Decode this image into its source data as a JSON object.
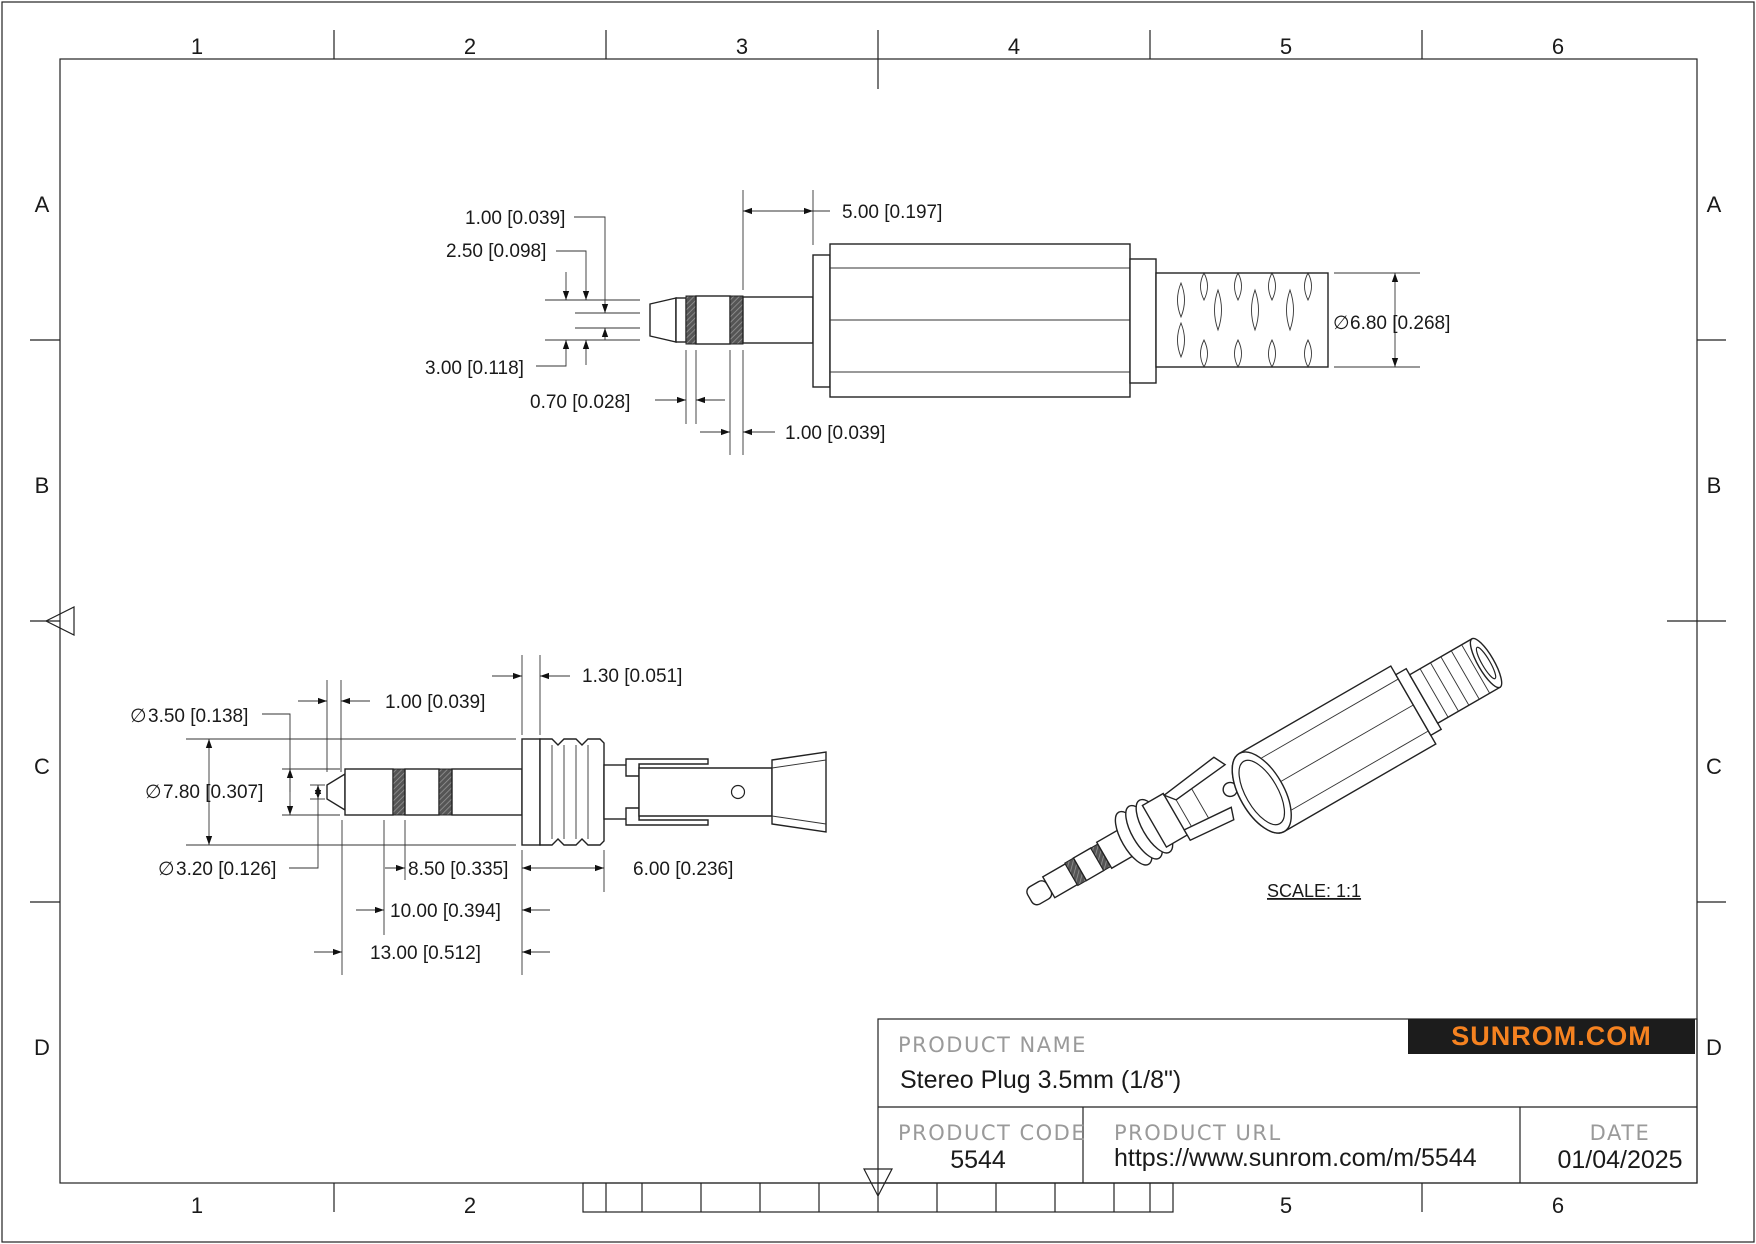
{
  "zones": {
    "columns": [
      "1",
      "2",
      "3",
      "4",
      "5",
      "6"
    ],
    "rows": [
      "A",
      "B",
      "C",
      "D"
    ]
  },
  "side_view": {
    "dims": {
      "tip_step": "1.00 [0.039]",
      "tip_dia_small": "2.50 [0.098]",
      "tip_dia_large": "3.00 [0.118]",
      "ring1": "0.70 [0.028]",
      "ring2": "1.00 [0.039]",
      "sleeve_len": "5.00 [0.197]",
      "grip_dia": "6.80 [0.268]"
    },
    "diameter_symbol": "∅"
  },
  "section_view": {
    "dims": {
      "flange": "1.30 [0.051]",
      "ring_width": "1.00 [0.039]",
      "dia_tip": "3.50 [0.138]",
      "dia_body": "7.80 [0.307]",
      "dia_neck": "3.20 [0.126]",
      "len_a": "8.50 [0.335]",
      "len_b": "10.00 [0.394]",
      "len_c": "13.00 [0.512]",
      "thread_len": "6.00 [0.236]"
    }
  },
  "iso_view": {
    "scale": "SCALE: 1:1"
  },
  "title_block": {
    "brand": "SUNROM.COM",
    "brand_color": "#f58220",
    "product_name_caption": "PRODUCT NAME",
    "product_name": "Stereo Plug 3.5mm (1/8\")",
    "product_code_caption": "PRODUCT CODE",
    "product_code": "5544",
    "product_url_caption": "PRODUCT URL",
    "product_url": "https://www.sunrom.com/m/5544",
    "date_caption": "DATE",
    "date": "01/04/2025"
  }
}
